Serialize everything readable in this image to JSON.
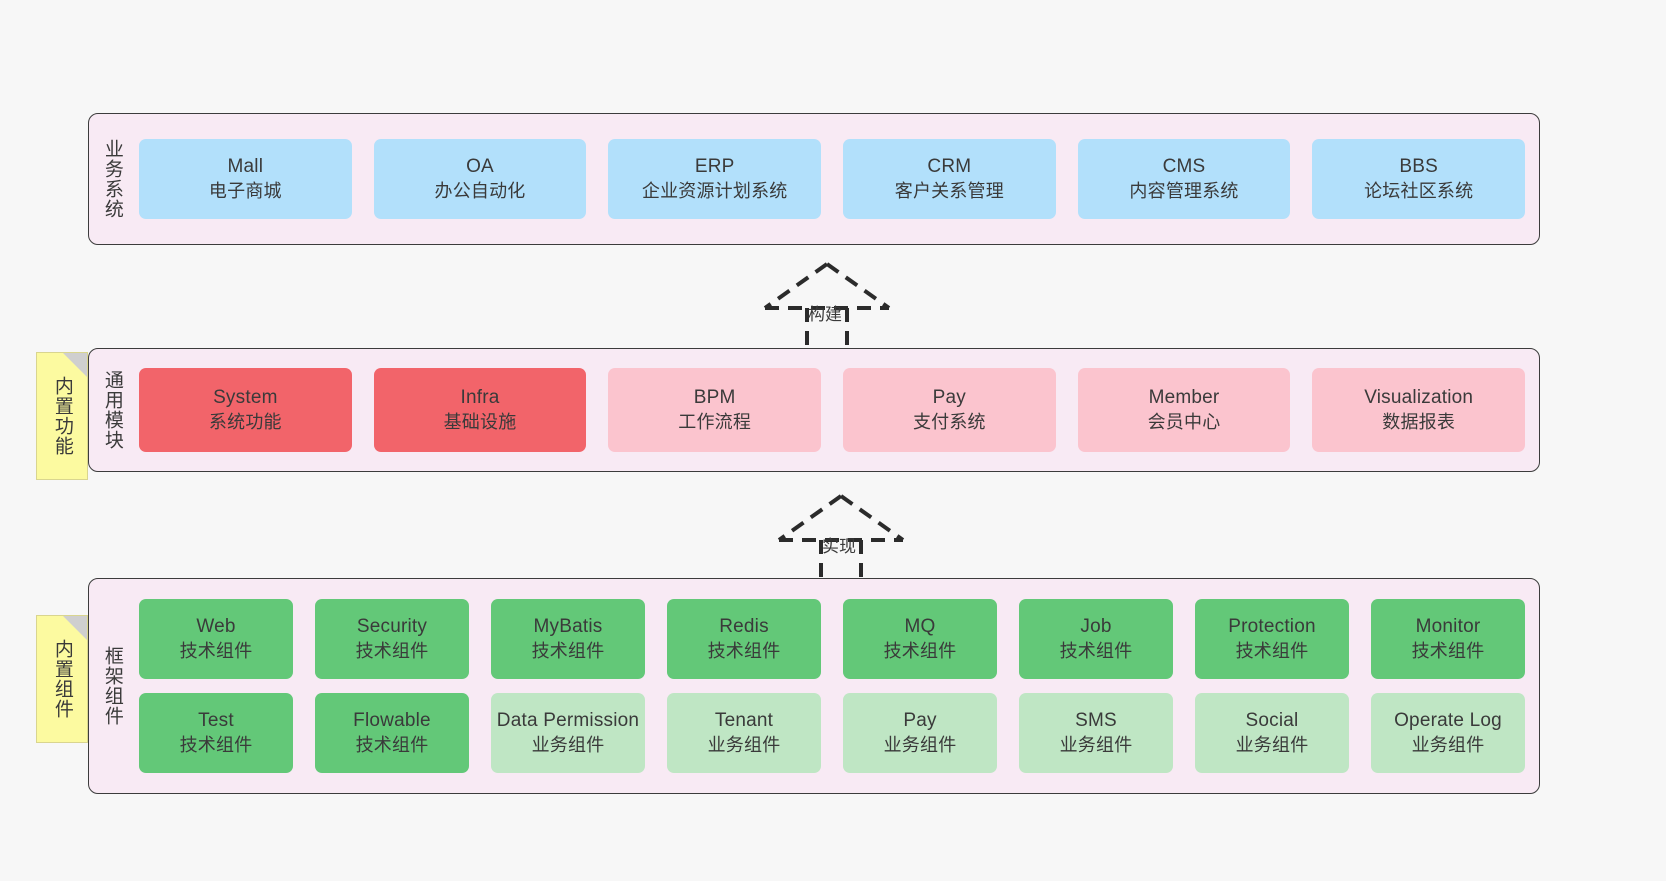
{
  "diagram": {
    "background_color": "#f7f7f7",
    "band_color": "#f8eaf4",
    "note_color": "#fcfaa0",
    "border_color": "#3c3c3c"
  },
  "layers": [
    {
      "id": "business-systems",
      "title": "业务系统",
      "note": null,
      "rows": [
        {
          "cards": [
            {
              "title": "Mall",
              "sub": "电子商城",
              "color": "#b2e0fb",
              "style": "c-blue"
            },
            {
              "title": "OA",
              "sub": "办公自动化",
              "color": "#b2e0fb",
              "style": "c-blue"
            },
            {
              "title": "ERP",
              "sub": "企业资源计划系统",
              "color": "#b2e0fb",
              "style": "c-blue"
            },
            {
              "title": "CRM",
              "sub": "客户关系管理",
              "color": "#b2e0fb",
              "style": "c-blue"
            },
            {
              "title": "CMS",
              "sub": "内容管理系统",
              "color": "#b2e0fb",
              "style": "c-blue"
            },
            {
              "title": "BBS",
              "sub": "论坛社区系统",
              "color": "#b2e0fb",
              "style": "c-blue"
            }
          ]
        }
      ]
    },
    {
      "id": "common-modules",
      "title": "通用模块",
      "note": "内置功能",
      "rows": [
        {
          "cards": [
            {
              "title": "System",
              "sub": "系统功能",
              "color": "#f2646a",
              "style": "c-red"
            },
            {
              "title": "Infra",
              "sub": "基础设施",
              "color": "#f2646a",
              "style": "c-red"
            },
            {
              "title": "BPM",
              "sub": "工作流程",
              "color": "#fbc4ce",
              "style": "c-pink"
            },
            {
              "title": "Pay",
              "sub": "支付系统",
              "color": "#fbc4ce",
              "style": "c-pink"
            },
            {
              "title": "Member",
              "sub": "会员中心",
              "color": "#fbc4ce",
              "style": "c-pink"
            },
            {
              "title": "Visualization",
              "sub": "数据报表",
              "color": "#fbc4ce",
              "style": "c-pink"
            }
          ]
        }
      ]
    },
    {
      "id": "framework-components",
      "title": "框架组件",
      "note": "内置组件",
      "rows": [
        {
          "cards": [
            {
              "title": "Web",
              "sub": "技术组件",
              "color": "#63c878",
              "style": "c-green"
            },
            {
              "title": "Security",
              "sub": "技术组件",
              "color": "#63c878",
              "style": "c-green"
            },
            {
              "title": "MyBatis",
              "sub": "技术组件",
              "color": "#63c878",
              "style": "c-green"
            },
            {
              "title": "Redis",
              "sub": "技术组件",
              "color": "#63c878",
              "style": "c-green"
            },
            {
              "title": "MQ",
              "sub": "技术组件",
              "color": "#63c878",
              "style": "c-green"
            },
            {
              "title": "Job",
              "sub": "技术组件",
              "color": "#63c878",
              "style": "c-green"
            },
            {
              "title": "Protection",
              "sub": "技术组件",
              "color": "#63c878",
              "style": "c-green"
            },
            {
              "title": "Monitor",
              "sub": "技术组件",
              "color": "#63c878",
              "style": "c-green"
            }
          ]
        },
        {
          "cards": [
            {
              "title": "Test",
              "sub": "技术组件",
              "color": "#63c878",
              "style": "c-green"
            },
            {
              "title": "Flowable",
              "sub": "技术组件",
              "color": "#63c878",
              "style": "c-green"
            },
            {
              "title": "Data Permission",
              "sub": "业务组件",
              "color": "#bfe6c4",
              "style": "c-lightgreen"
            },
            {
              "title": "Tenant",
              "sub": "业务组件",
              "color": "#bfe6c4",
              "style": "c-lightgreen"
            },
            {
              "title": "Pay",
              "sub": "业务组件",
              "color": "#bfe6c4",
              "style": "c-lightgreen"
            },
            {
              "title": "SMS",
              "sub": "业务组件",
              "color": "#bfe6c4",
              "style": "c-lightgreen"
            },
            {
              "title": "Social",
              "sub": "业务组件",
              "color": "#bfe6c4",
              "style": "c-lightgreen"
            },
            {
              "title": "Operate Log",
              "sub": "业务组件",
              "color": "#bfe6c4",
              "style": "c-lightgreen"
            }
          ]
        }
      ]
    }
  ],
  "connectors": [
    {
      "id": "build",
      "label": "构建",
      "from": "common-modules",
      "to": "business-systems",
      "style": "dashed-generalization"
    },
    {
      "id": "implement",
      "label": "实现",
      "from": "framework-components",
      "to": "common-modules",
      "style": "dashed-generalization"
    }
  ]
}
